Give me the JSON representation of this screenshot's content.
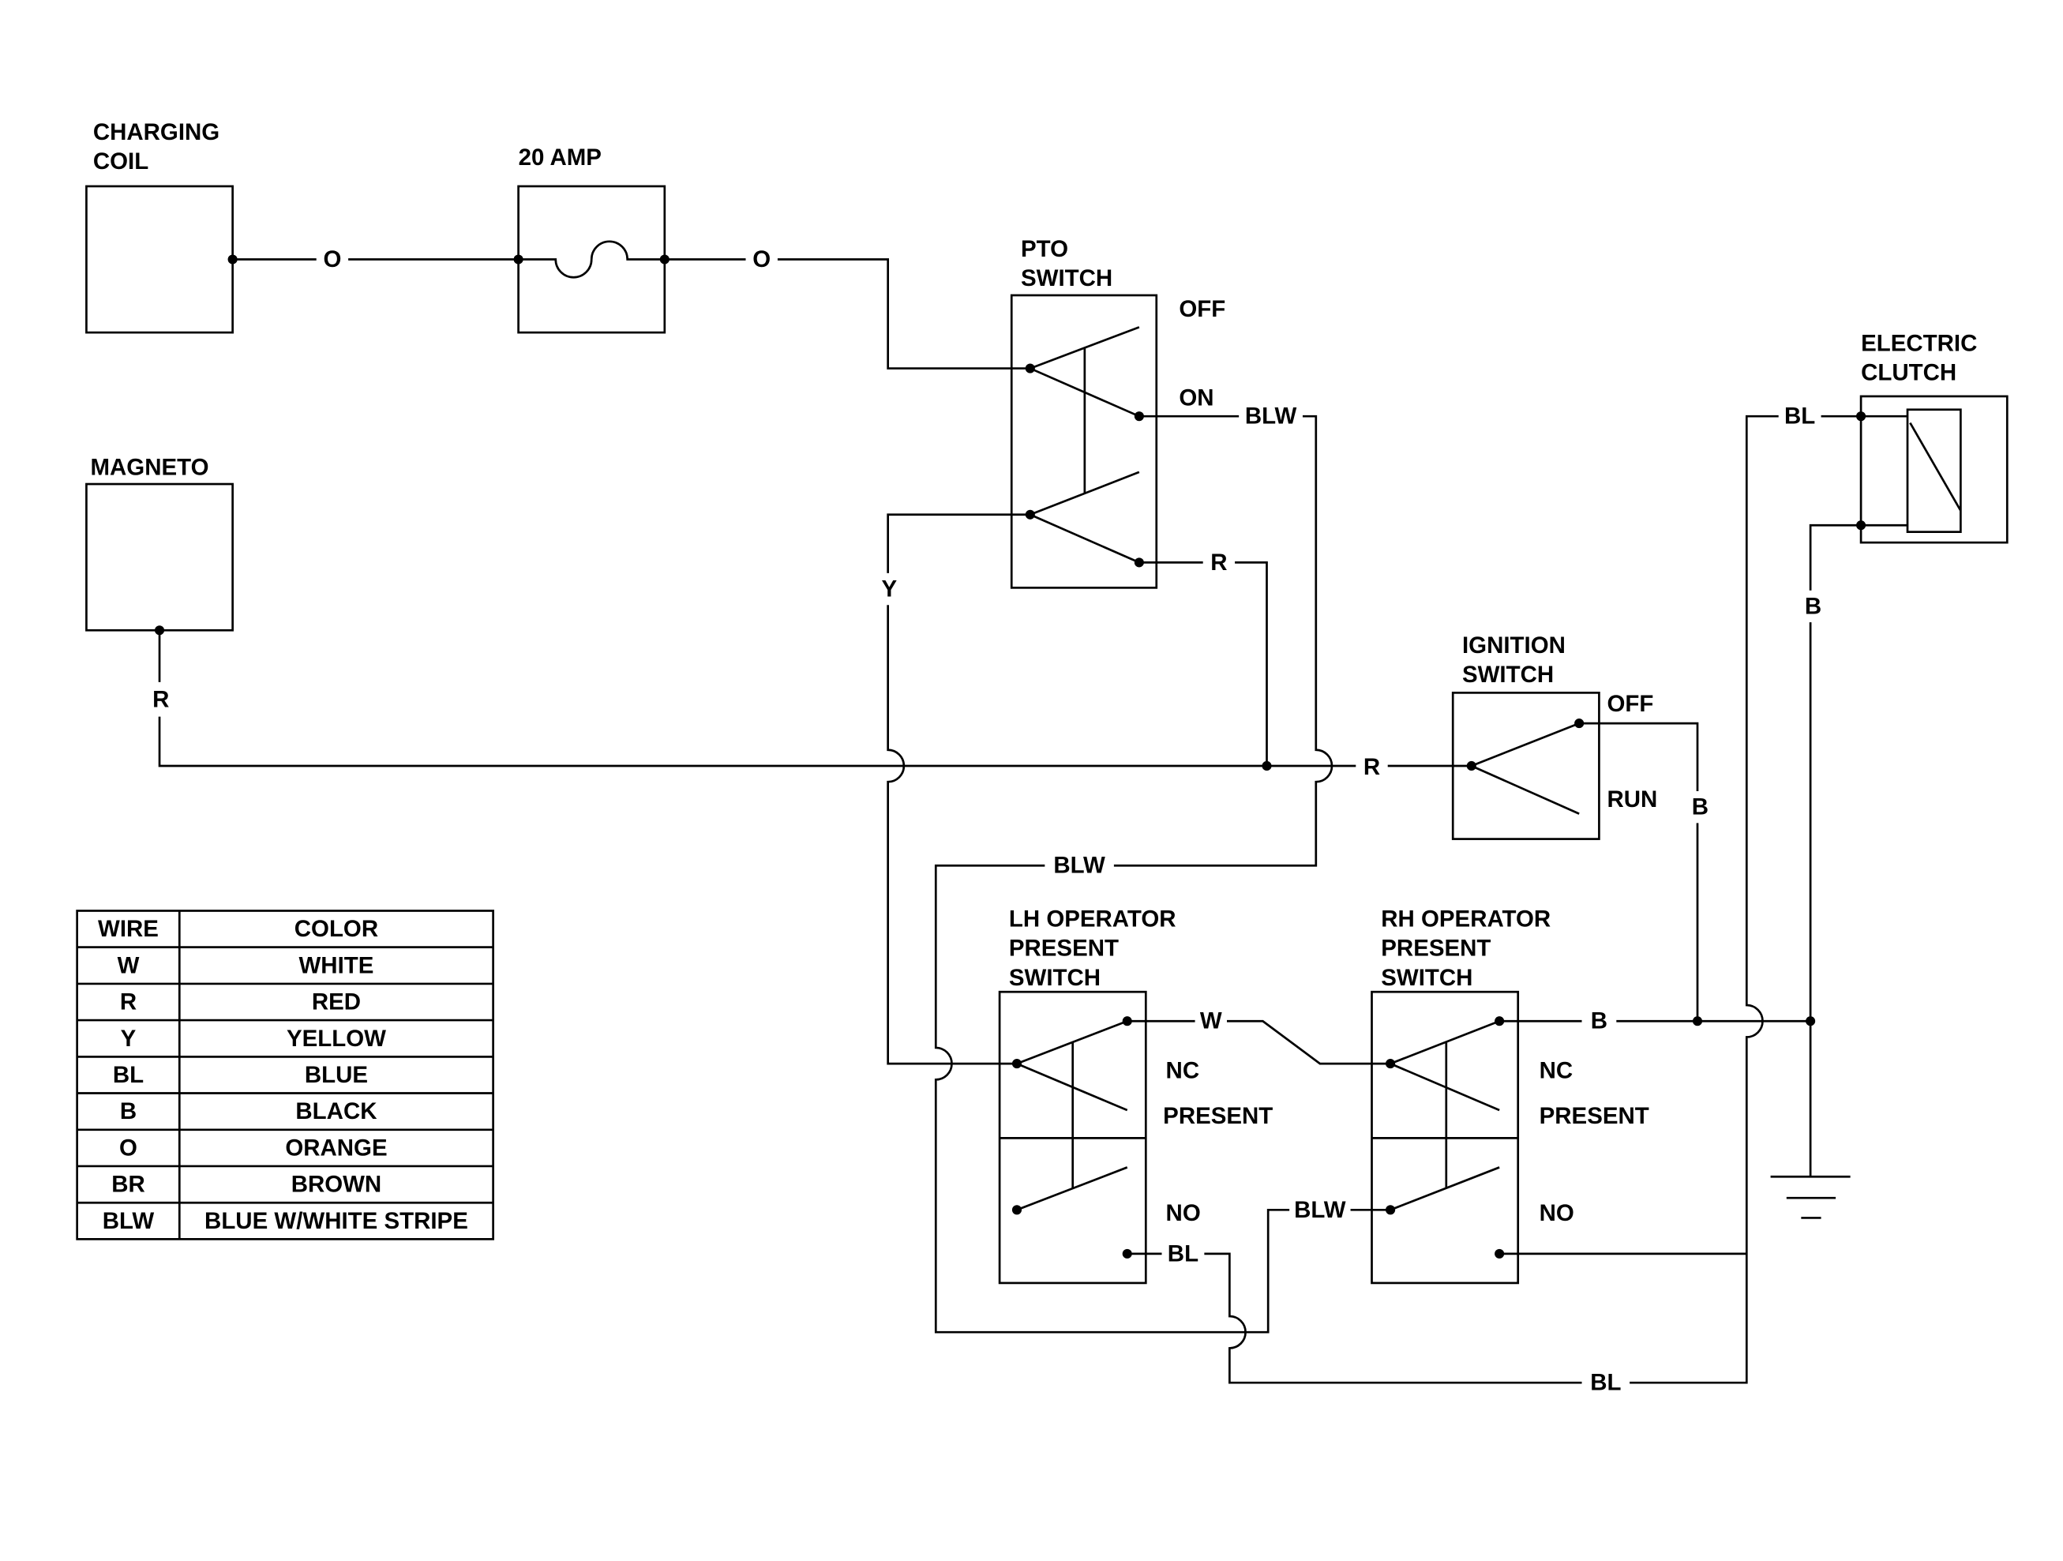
{
  "charging_coil": {
    "title_line1": "CHARGING",
    "title_line2": "COIL"
  },
  "fuse": {
    "title": "20 AMP"
  },
  "pto_switch": {
    "title_line1": "PTO",
    "title_line2": "SWITCH",
    "off_label": "OFF",
    "on_label": "ON"
  },
  "magneto": {
    "title": "MAGNETO"
  },
  "ignition_switch": {
    "title_line1": "IGNITION",
    "title_line2": "SWITCH",
    "off_label": "OFF",
    "run_label": "RUN"
  },
  "electric_clutch": {
    "title_line1": "ELECTRIC",
    "title_line2": "CLUTCH"
  },
  "lh_operator_switch": {
    "title_line1": "LH OPERATOR",
    "title_line2": "PRESENT",
    "title_line3": "SWITCH",
    "nc_label": "NC",
    "present_label": "PRESENT",
    "no_label": "NO"
  },
  "rh_operator_switch": {
    "title_line1": "RH OPERATOR",
    "title_line2": "PRESENT",
    "title_line3": "SWITCH",
    "nc_label": "NC",
    "present_label": "PRESENT",
    "no_label": "NO"
  },
  "wire_labels": {
    "coil_to_fuse": "O",
    "fuse_to_pto": "O",
    "pto_on": "BLW",
    "pto_lower": "R",
    "pto_yellow": "Y",
    "magneto_out": "R",
    "ignition_in": "R",
    "ignition_off": "B",
    "clutch_ground": "B",
    "clutch_feed": "BL",
    "blw_crossover": "BLW",
    "lh_to_rh": "W",
    "rh_nc_out": "B",
    "lh_no_out": "BL",
    "rh_no_in": "BLW",
    "bottom_return": "BL"
  },
  "wire_table": {
    "headers": [
      "WIRE",
      "COLOR"
    ],
    "rows": [
      [
        "W",
        "WHITE"
      ],
      [
        "R",
        "RED"
      ],
      [
        "Y",
        "YELLOW"
      ],
      [
        "BL",
        "BLUE"
      ],
      [
        "B",
        "BLACK"
      ],
      [
        "O",
        "ORANGE"
      ],
      [
        "BR",
        "BROWN"
      ],
      [
        "BLW",
        "BLUE W/WHITE STRIPE"
      ]
    ]
  }
}
